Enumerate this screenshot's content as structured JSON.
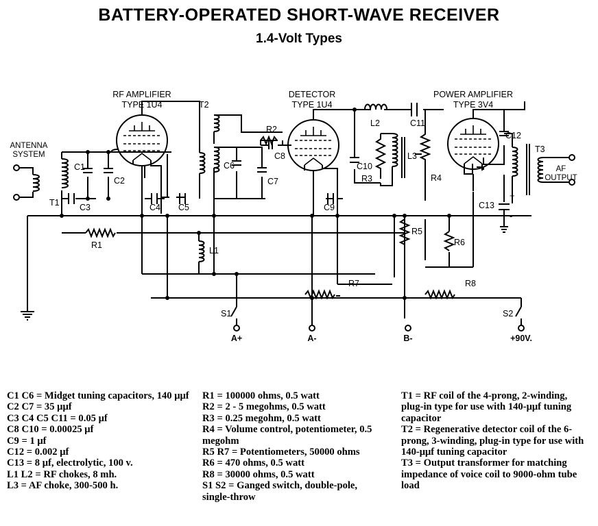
{
  "title": "BATTERY-OPERATED SHORT-WAVE RECEIVER",
  "subtitle": "1.4-Volt Types",
  "schematic": {
    "stage1": [
      "RF  AMPLIFIER",
      "TYPE  1U4"
    ],
    "stage2": [
      "DETECTOR",
      "TYPE 1U4"
    ],
    "stage3": [
      "POWER  AMPLIFIER",
      "TYPE  3V4"
    ],
    "antenna": [
      "ANTENNA",
      "SYSTEM"
    ],
    "output": [
      "AF",
      "OUTPUT"
    ],
    "refs": {
      "T1": "T1",
      "T2": "T2",
      "T3": "T3",
      "C1": "C1",
      "C2": "C2",
      "C3": "C3",
      "C4": "C4",
      "C5": "C5",
      "C6": "C6",
      "C7": "C7",
      "C8": "C8",
      "C9": "C9",
      "C10": "C10",
      "C11": "C11",
      "C12": "C12",
      "C13": "C13",
      "R1": "R1",
      "R2": "R2",
      "R3": "R3",
      "R4": "R4",
      "R5": "R5",
      "R6": "R6",
      "R7": "R7",
      "R8": "R8",
      "L1": "L1",
      "L2": "L2",
      "L3": "L3",
      "S1": "S1",
      "S2": "S2"
    },
    "terminals": {
      "a_plus": "A+",
      "a_minus": "A-",
      "b_minus": "B-",
      "b_plus": "+90V."
    },
    "plus_sign": "+",
    "minus_sign": "-"
  },
  "parts_list": {
    "col1": [
      "C1 C6 = Midget tuning capacitors, 140 μμf",
      "C2 C7 = 35 μμf",
      "C3 C4 C5 C11 = 0.05 μf",
      "C8 C10 = 0.00025 μf",
      "C9 = 1 μf",
      "C12 = 0.002 μf",
      "C13 = 8 μf, electrolytic, 100 v.",
      "L1 L2 = RF chokes, 8 mh.",
      "L3 = AF choke, 300-500 h."
    ],
    "col2": [
      "R1 = 100000 ohms, 0.5 watt",
      "R2 = 2 - 5 megohms, 0.5 watt",
      "R3 = 0.25 megohm, 0.5 watt",
      "R4 = Volume control, potentiometer, 0.5 megohm",
      "R5 R7 = Potentiometers, 50000 ohms",
      "R6 = 470 ohms, 0.5 watt",
      "R8 = 30000 ohms, 0.5 watt",
      "S1 S2 = Ganged switch, double-pole, single-throw"
    ],
    "col3": [
      "T1 = RF coil of the 4-prong, 2-winding, plug-in type for use with 140-μμf tuning capacitor",
      "T2 = Regenerative detector coil of the 6-prong, 3-winding, plug-in type for use with 140-μμf tuning capacitor",
      "T3 = Output transformer for matching impedance of voice coil to 9000-ohm tube load"
    ]
  }
}
